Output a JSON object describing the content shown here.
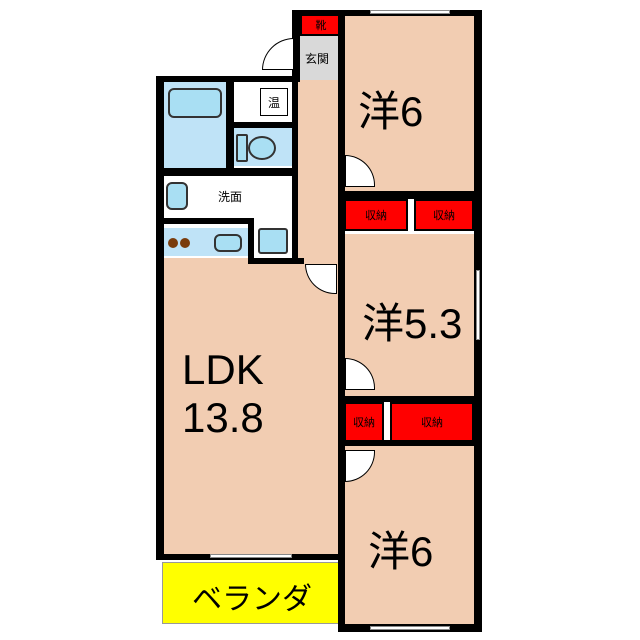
{
  "rooms": {
    "entrance_shoe": "靴",
    "entrance": "玄関",
    "water_heater": "温",
    "washroom": "洗面",
    "bedroom_north": {
      "type": "洋",
      "size": "6"
    },
    "bedroom_middle": {
      "type": "洋",
      "size": "5.3"
    },
    "bedroom_south": {
      "type": "洋",
      "size": "6"
    },
    "ldk": {
      "type": "LDK",
      "size": "13.8"
    },
    "veranda": "ベランダ",
    "storage": [
      "収納",
      "収納",
      "収納",
      "収納"
    ]
  },
  "colors": {
    "floor": "#f2cdb2",
    "storage": "#ff0000",
    "veranda": "#ffff00",
    "wet_area": "#bfe3f7",
    "entrance": "#d9d9d9",
    "wall": "#000000"
  }
}
